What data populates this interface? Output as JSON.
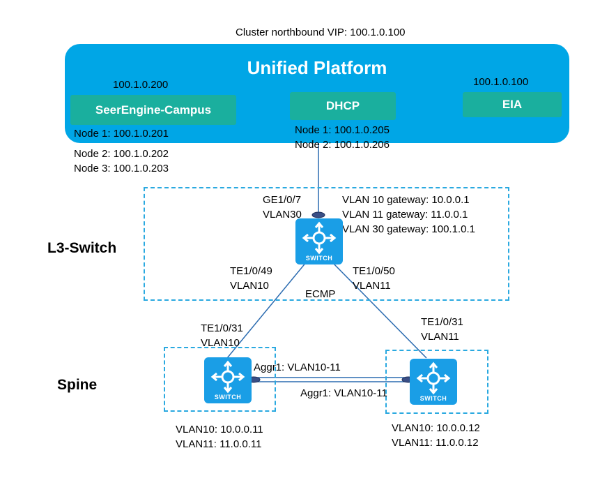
{
  "cluster_vip": "Cluster northbound VIP: 100.1.0.100",
  "platform": {
    "title": "Unified Platform",
    "services": {
      "seerengine": {
        "label": "SeerEngine-Campus",
        "ip": "100.1.0.200",
        "nodes": [
          "Node 1: 100.1.0.201",
          "Node 2: 100.1.0.202",
          "Node 3: 100.1.0.203"
        ]
      },
      "dhcp": {
        "label": "DHCP",
        "nodes": [
          "Node 1: 100.1.0.205",
          "Node 2: 100.1.0.206"
        ]
      },
      "eia": {
        "label": "EIA",
        "ip": "100.1.0.100"
      }
    }
  },
  "l3switch": {
    "section_label": "L3-Switch",
    "uplink_port": "GE1/0/7",
    "uplink_vlan": "VLAN30",
    "gateways": [
      "VLAN  10 gateway: 10.0.0.1",
      "VLAN  11 gateway: 11.0.0.1",
      "VLAN  30 gateway: 100.1.0.1"
    ],
    "left_port": "TE1/0/49",
    "left_vlan": "VLAN10",
    "right_port": "TE1/0/50",
    "right_vlan": "VLAN11",
    "ecmp": "ECMP",
    "device_label": "SWITCH"
  },
  "spine": {
    "section_label": "Spine",
    "left": {
      "port": "TE1/0/31",
      "vlan": "VLAN10",
      "aggr": "Aggr1: VLAN10-11",
      "ips": [
        "VLAN10: 10.0.0.11",
        "VLAN11: 11.0.0.11"
      ],
      "device_label": "SWITCH"
    },
    "right": {
      "port": "TE1/0/31",
      "vlan": "VLAN11",
      "aggr": "Aggr1: VLAN10-11",
      "ips": [
        "VLAN10:  10.0.0.12",
        "VLAN11:  11.0.0.12"
      ],
      "device_label": "SWITCH"
    }
  }
}
